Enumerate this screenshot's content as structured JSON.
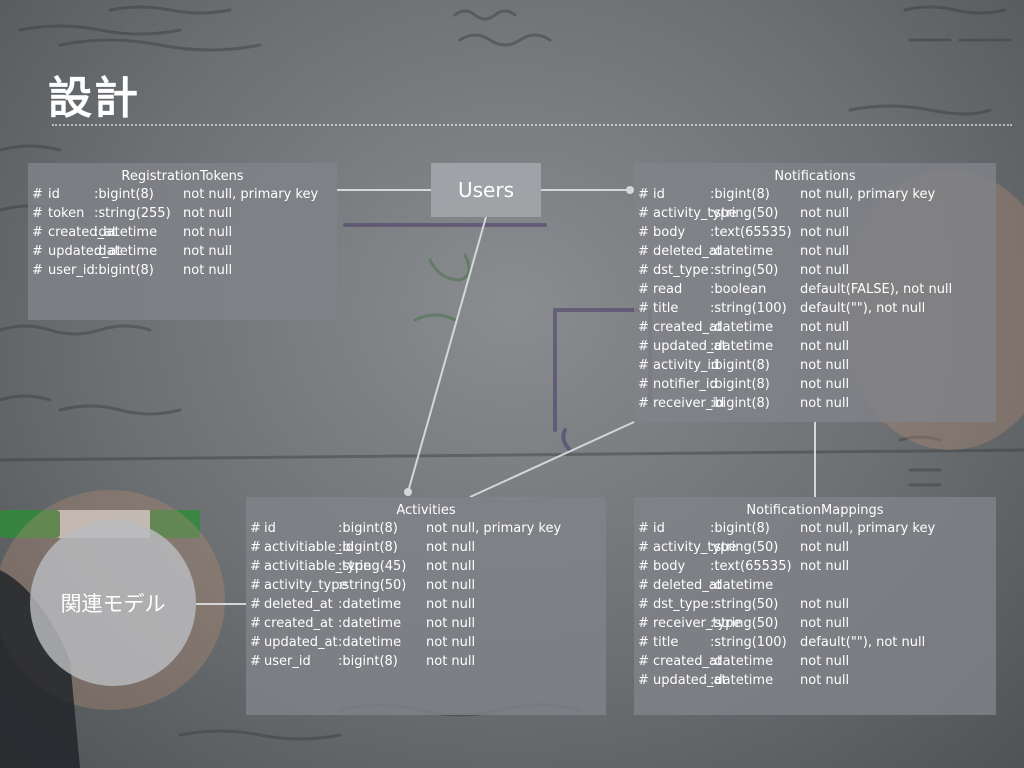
{
  "page": {
    "title": "設計",
    "badge": "関連モデル",
    "users_label": "Users"
  },
  "entities": {
    "registration_tokens": {
      "title": "RegistrationTokens",
      "rows": [
        {
          "hash": "#",
          "name": "id",
          "type": ":bigint(8)",
          "constraint": "not null, primary key"
        },
        {
          "hash": "#",
          "name": "token",
          "type": ":string(255)",
          "constraint": "not null"
        },
        {
          "hash": "#",
          "name": "created_at",
          "type": ":datetime",
          "constraint": "not null"
        },
        {
          "hash": "#",
          "name": "updated_at",
          "type": ":datetime",
          "constraint": "not null"
        },
        {
          "hash": "#",
          "name": "user_id",
          "type": ":bigint(8)",
          "constraint": "not null"
        }
      ]
    },
    "notifications": {
      "title": "Notifications",
      "rows": [
        {
          "hash": "#",
          "name": "id",
          "type": ":bigint(8)",
          "constraint": "not null, primary key"
        },
        {
          "hash": "#",
          "name": "activity_type",
          "type": ":string(50)",
          "constraint": "not null"
        },
        {
          "hash": "#",
          "name": "body",
          "type": ":text(65535)",
          "constraint": "not null"
        },
        {
          "hash": "#",
          "name": "deleted_at",
          "type": ":datetime",
          "constraint": "not null"
        },
        {
          "hash": "#",
          "name": "dst_type",
          "type": ":string(50)",
          "constraint": "not null"
        },
        {
          "hash": "#",
          "name": "read",
          "type": ":boolean",
          "constraint": "default(FALSE), not null"
        },
        {
          "hash": "#",
          "name": "title",
          "type": ":string(100)",
          "constraint": "default(\"\"), not null"
        },
        {
          "hash": "#",
          "name": "created_at",
          "type": ":datetime",
          "constraint": "not null"
        },
        {
          "hash": "#",
          "name": "updated_at",
          "type": ":datetime",
          "constraint": "not null"
        },
        {
          "hash": "#",
          "name": "activity_id",
          "type": ":bigint(8)",
          "constraint": "not null"
        },
        {
          "hash": "#",
          "name": "notifier_id",
          "type": ":bigint(8)",
          "constraint": "not null"
        },
        {
          "hash": "#",
          "name": "receiver_id",
          "type": ":bigint(8)",
          "constraint": "not null"
        }
      ]
    },
    "activities": {
      "title": "Activities",
      "rows": [
        {
          "hash": "#",
          "name": "id",
          "type": ":bigint(8)",
          "constraint": "not null, primary key"
        },
        {
          "hash": "#",
          "name": "activitiable_id",
          "type": ":bigint(8)",
          "constraint": "not null"
        },
        {
          "hash": "#",
          "name": "activitiable_type",
          "type": ":string(45)",
          "constraint": "not null"
        },
        {
          "hash": "#",
          "name": "activity_type",
          "type": ":string(50)",
          "constraint": "not null"
        },
        {
          "hash": "#",
          "name": "deleted_at",
          "type": ":datetime",
          "constraint": "not null"
        },
        {
          "hash": "#",
          "name": "created_at",
          "type": ":datetime",
          "constraint": "not null"
        },
        {
          "hash": "#",
          "name": "updated_at",
          "type": ":datetime",
          "constraint": "not null"
        },
        {
          "hash": "#",
          "name": "user_id",
          "type": ":bigint(8)",
          "constraint": "not null"
        }
      ]
    },
    "notification_mappings": {
      "title": "NotificationMappings",
      "rows": [
        {
          "hash": "#",
          "name": "id",
          "type": ":bigint(8)",
          "constraint": "not null, primary key"
        },
        {
          "hash": "#",
          "name": "activity_type",
          "type": ":string(50)",
          "constraint": "not null"
        },
        {
          "hash": "#",
          "name": "body",
          "type": ":text(65535)",
          "constraint": "not null"
        },
        {
          "hash": "#",
          "name": "deleted_at",
          "type": ":datetime",
          "constraint": ""
        },
        {
          "hash": "#",
          "name": "dst_type",
          "type": ":string(50)",
          "constraint": "not null"
        },
        {
          "hash": "#",
          "name": "receiver_type",
          "type": ":string(50)",
          "constraint": "not null"
        },
        {
          "hash": "#",
          "name": "title",
          "type": ":string(100)",
          "constraint": "default(\"\"), not null"
        },
        {
          "hash": "#",
          "name": "created_at",
          "type": ":datetime",
          "constraint": "not null"
        },
        {
          "hash": "#",
          "name": "updated_at",
          "type": ":datetime",
          "constraint": "not null"
        }
      ]
    }
  },
  "colors": {
    "box_fill": "#808387",
    "connector": "#d4d6d8",
    "text": "#ffffff"
  }
}
